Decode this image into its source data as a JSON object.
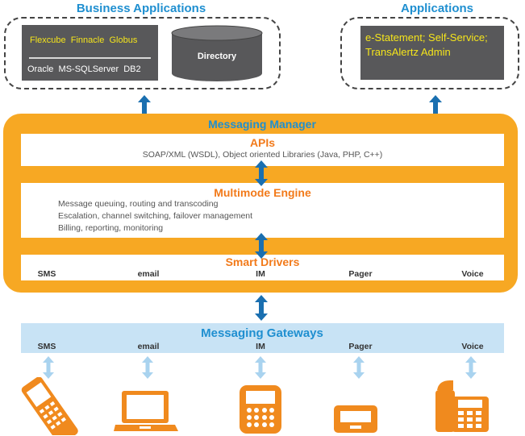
{
  "business_apps": {
    "title": "Business Applications",
    "row1": [
      "Flexcube",
      "Finnacle",
      "Globus"
    ],
    "row2": [
      "Oracle",
      "MS-SQLServer",
      "DB2"
    ],
    "directory": "Directory"
  },
  "applications": {
    "title": "Applications",
    "text": "e-Statement; Self-Service; TransAlertz Admin"
  },
  "messaging_manager": {
    "title": "Messaging Manager",
    "apis": {
      "title": "APIs",
      "desc": "SOAP/XML (WSDL), Object oriented Libraries (Java, PHP, C++)"
    },
    "engine": {
      "title": "Multimode Engine",
      "lines": [
        "Message queuing, routing and transcoding",
        "Escalation, channel switching, failover management",
        "Billing, reporting, monitoring"
      ]
    },
    "drivers": {
      "title": "Smart Drivers",
      "channels": [
        "SMS",
        "email",
        "IM",
        "Pager",
        "Voice"
      ]
    }
  },
  "gateways": {
    "title": "Messaging Gateways",
    "channels": [
      "SMS",
      "email",
      "IM",
      "Pager",
      "Voice"
    ]
  },
  "devices": [
    "mobile-phone",
    "laptop",
    "smartphone",
    "pager",
    "desk-phone"
  ],
  "colors": {
    "orange": "#f7a823",
    "orange_text": "#f27a1a",
    "blue_title": "#1f8fd0",
    "arrow_blue": "#1a6fb0",
    "arrow_light": "#a9d3ef",
    "panel_gray": "#58585a",
    "yellow": "#f5e51b",
    "gateway_bar": "#c8e3f5"
  }
}
